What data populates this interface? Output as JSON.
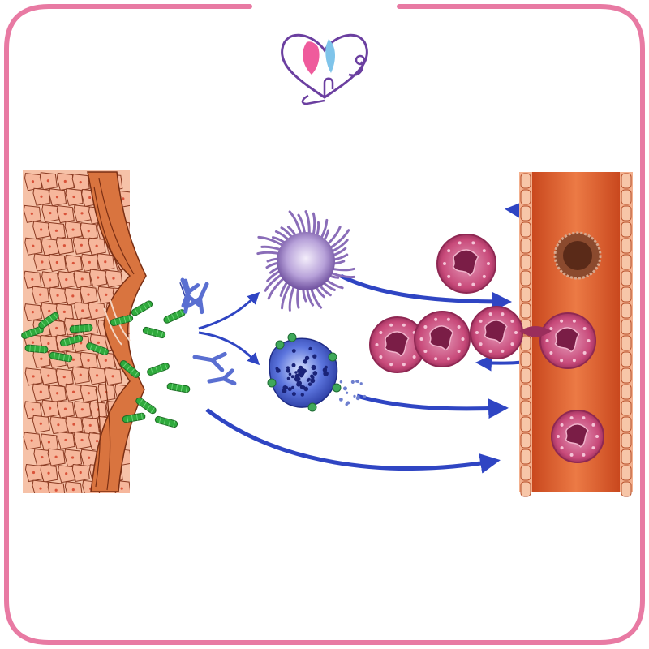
{
  "colors": {
    "frame": "#e87aa3",
    "background": "#ffffff",
    "tissue_cell": "#f6b79c",
    "tissue_border": "#8a3a22",
    "muscle_layer": "#d9743f",
    "bacteria": "#2faa3c",
    "antibody": "#5a6fd1",
    "macrophage": "#b7a1d9",
    "mast_cell": "#3c57c9",
    "neutrophil": "#c84a7a",
    "neutrophil_nucleus": "#7a1d46",
    "vessel_wall": "#f3b08e",
    "vessel_lumen": "#e2622e",
    "arrow": "#2f45c3",
    "logo_primary": "#6b3fa0",
    "logo_pink": "#ef5b9c",
    "logo_blue": "#7fc4ea"
  },
  "icons": [
    "heart-stethoscope-logo"
  ],
  "diagram": {
    "nodes": [
      "skin-tissue",
      "bacteria-cluster",
      "antibodies",
      "macrophage",
      "mast-cell",
      "neutrophils",
      "blood-vessel"
    ]
  }
}
